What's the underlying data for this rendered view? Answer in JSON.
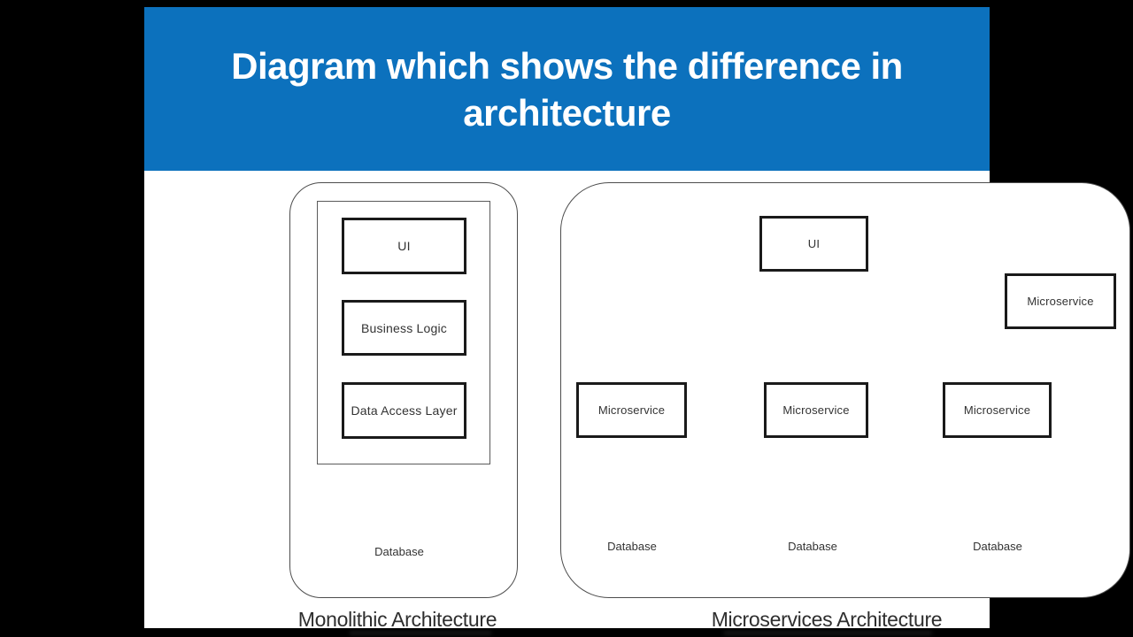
{
  "header": {
    "title_line1": "Diagram which shows the difference in",
    "title_line2": "architecture"
  },
  "monolithic": {
    "caption": "Monolithic Architecture",
    "ui_box": "UI",
    "business_logic_box": "Business Logic",
    "data_access_box": "Data Access Layer",
    "database": "Database"
  },
  "microservices": {
    "caption": "Microservices Architecture",
    "ui_box": "UI",
    "service_top_right": "Microservice",
    "service_left": "Microservice",
    "service_middle": "Microservice",
    "service_right": "Microservice",
    "database_left": "Database",
    "database_middle": "Database",
    "database_right": "Database"
  },
  "colors": {
    "header_blue": "#0C71BD",
    "title_text": "#FFFFFF",
    "letterbox_black": "#000000",
    "diagram_stroke": "#1A1A1A"
  }
}
